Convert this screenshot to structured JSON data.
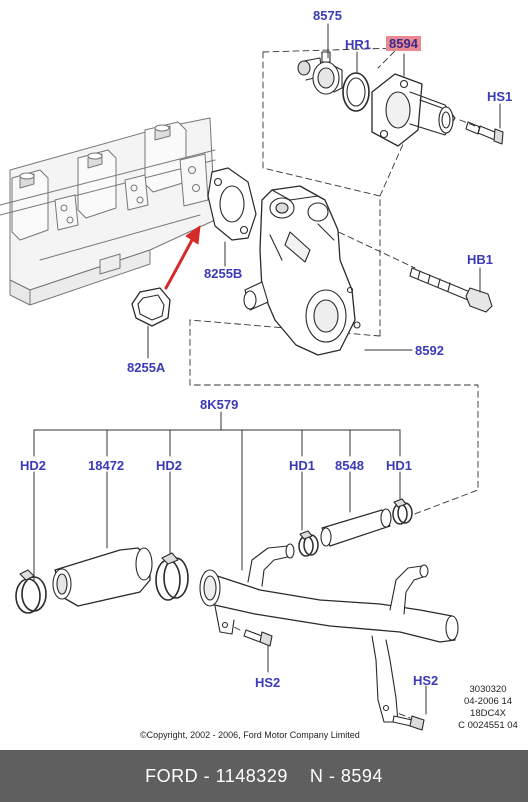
{
  "diagram": {
    "labels": {
      "part_8575": "8575",
      "part_hr1": "HR1",
      "part_8594": "8594",
      "part_hs1": "HS1",
      "part_hb1": "HB1",
      "part_8255b": "8255B",
      "part_8592": "8592",
      "part_8255a": "8255A",
      "part_8k579": "8K579",
      "part_hd2_left": "HD2",
      "part_18472": "18472",
      "part_hd2_mid": "HD2",
      "part_hd1_left": "HD1",
      "part_8548": "8548",
      "part_hd1_right": "HD1",
      "part_hs2_left": "HS2",
      "part_hs2_right": "HS2"
    },
    "highlight_color": "#e98a93",
    "label_color": "#3b3bb8",
    "arrow_color": "#d62a2a",
    "codes": [
      "3030320",
      "04-2006 14",
      "18DC4X",
      "C 0024551 04"
    ],
    "copyright": "©Copyright, 2002 - 2006, Ford Motor Company Limited"
  },
  "footer": {
    "brand": "FORD - 1148329",
    "part_number": "N - 8594"
  }
}
